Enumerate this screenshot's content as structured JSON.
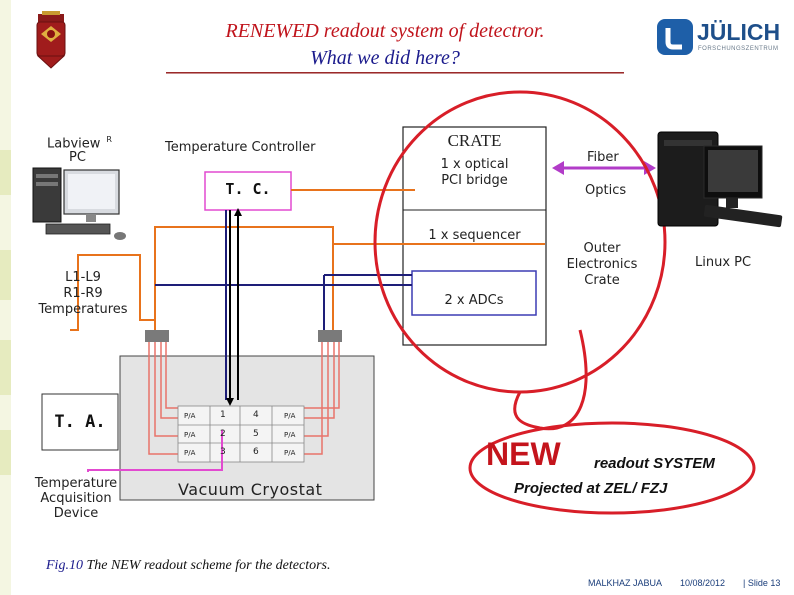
{
  "title": {
    "line1": "RENEWED   readout   system of  detectror.",
    "line2": "What  we did  here?"
  },
  "logos": {
    "juelich_text": "JÜLICH",
    "juelich_sub": "FORSCHUNGSZENTRUM"
  },
  "left": {
    "labview": "Labview",
    "labview_sup": "R",
    "labview_pc": "PC",
    "temperatures": [
      "L1-L9",
      "R1-R9",
      "Temperatures"
    ],
    "ta": "T. A.",
    "ta_device": [
      "Temperature",
      "Acquisition",
      "Device"
    ]
  },
  "center": {
    "tc_header": "Temperature Controller",
    "tc": "T. C.",
    "cryostat": "Vacuum   Cryostat",
    "pa_label": "P/A",
    "cells": [
      [
        "1",
        "4"
      ],
      [
        "2",
        "5"
      ],
      [
        "3",
        "6"
      ]
    ]
  },
  "crate": {
    "title": "CRATE",
    "bridge": [
      "1 x optical",
      "PCI  bridge"
    ],
    "sequencer": "1 x sequencer",
    "adcs": "2 x ADCs"
  },
  "right": {
    "fiber": "Fiber",
    "optics": "Optics",
    "outer": [
      "Outer",
      "Electronics",
      "Crate"
    ],
    "linux": "Linux  PC"
  },
  "new_system": {
    "new": "NEW",
    "rest": "readout SYSTEM",
    "projected": "Projected at ZEL/ FZJ"
  },
  "caption": {
    "fig": "Fig.10",
    "text": "  The NEW  readout scheme for the detectors."
  },
  "footer": {
    "author": "MALKHAZ JABUA",
    "date": "10/08/2012",
    "slide": "| Slide  13"
  },
  "colors": {
    "title_red": "#c0141c",
    "title_blue": "#1a1a8c",
    "orange_line": "#e8731c",
    "navy_line": "#1e1e78",
    "pink_box": "#e24ad0",
    "blue_box": "#3c3cb4",
    "red_oval": "#d81e28",
    "purple_arrow": "#b23cc8",
    "salmon_lines": "#e8736a"
  }
}
